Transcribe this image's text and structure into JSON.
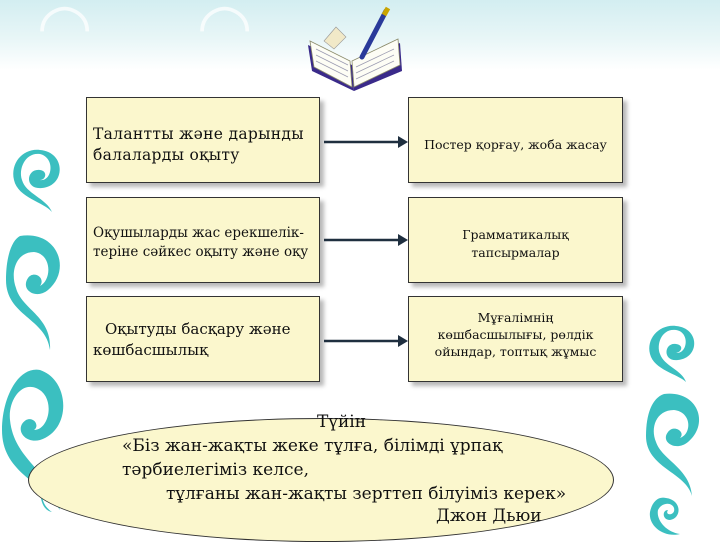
{
  "left_boxes": [
    {
      "line1": "Талантты және дарынды",
      "line2": "балаларды оқыту"
    },
    {
      "line1": "Оқушыларды жас ерекшелік-",
      "line2": "теріне сәйкес оқыту және оқу"
    },
    {
      "line1": "Оқытуды басқару және",
      "line2": "көшбасшылық"
    }
  ],
  "right_boxes": [
    {
      "line1": "Постер қорғау, жоба жасау"
    },
    {
      "line1": "Грамматикалық",
      "line2": "тапсырмалар"
    },
    {
      "line1": "Мұғалімнің",
      "line2": "көшбасшылығы, рөлдік",
      "line3": "ойындар, топтық жұмыс"
    }
  ],
  "conclusion": {
    "title": "Түйін",
    "line1": "«Біз жан-жақты жеке тұлға, білімді ұрпақ",
    "line2": "тәрбиелегіміз келсе,",
    "line3": "тұлғаны жан-жақты зерттеп білуіміз керек»",
    "author": "Джон Дьюи"
  },
  "colors": {
    "box_fill": "#fbf7cd",
    "ornament": "#3bbfc0",
    "top_band": "#d3eef1"
  }
}
